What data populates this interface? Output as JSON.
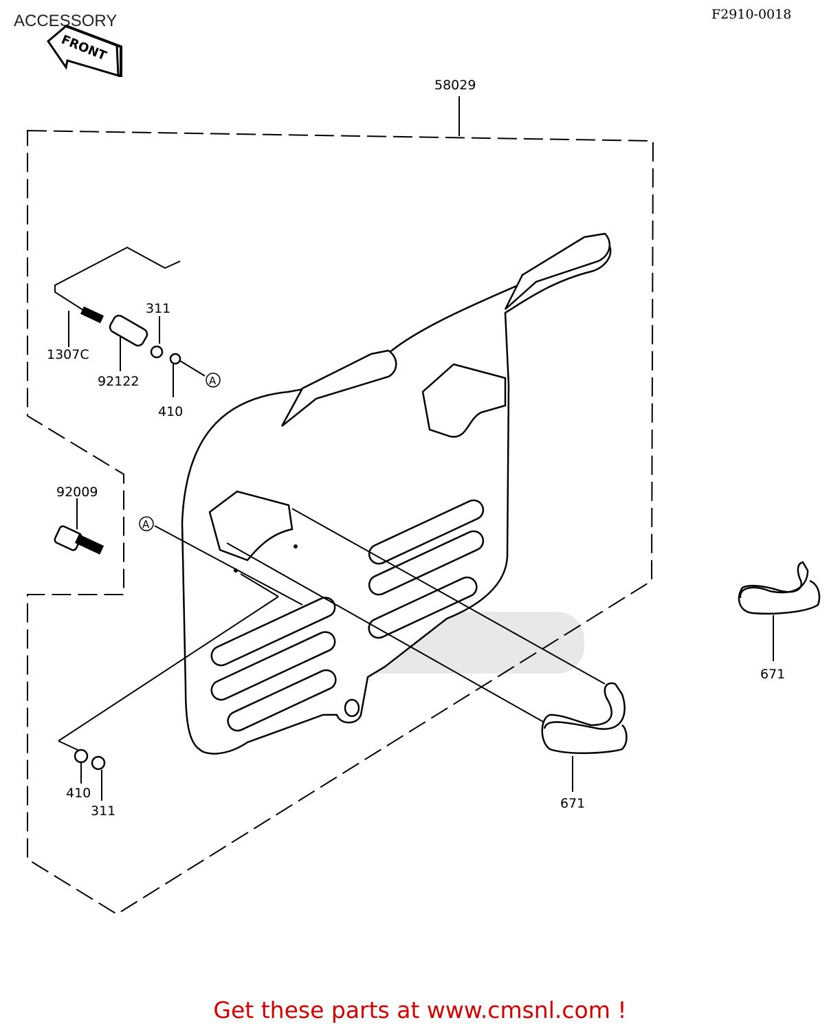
{
  "header": {
    "section_title": "ACCESSORY",
    "drawing_code": "F2910-0018",
    "front_marker": "FRONT"
  },
  "parts": {
    "p58029": "58029",
    "p1307c": "1307C",
    "p92122": "92122",
    "p311_top": "311",
    "p410_top": "410",
    "p92009": "92009",
    "p410_bottom": "410",
    "p311_bottom": "311",
    "p671_right": "671",
    "p671_bottom": "671",
    "ref_a_top": "A",
    "ref_a_left": "A"
  },
  "footer": {
    "promo_text": "Get these parts at www.cmsnl.com !"
  }
}
